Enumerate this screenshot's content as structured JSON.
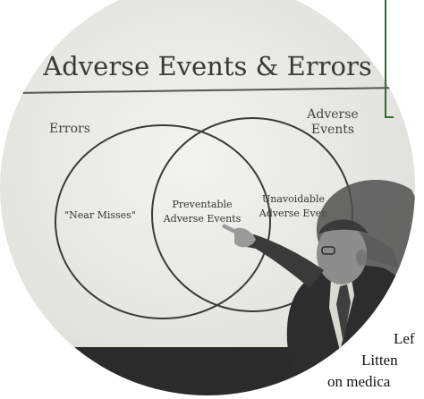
{
  "photo": {
    "slide_title": "Adverse Events & Errors",
    "circle_left_label": "Errors",
    "circle_right_label_line1": "Adverse",
    "circle_right_label_line2": "Events",
    "region_left": "\"Near Misses\"",
    "region_center_line1": "Preventable",
    "region_center_line2": "Adverse Events",
    "region_right_line1": "Unavoidable",
    "region_right_line2": "Adverse Even"
  },
  "caption": {
    "line1": "Lef",
    "line2": "Litten",
    "line3": "on medica"
  },
  "colors": {
    "frame_green": "#2f6b2f",
    "slide_bg": "#e9e9e6",
    "ink": "#3a3a3a",
    "shadow": "#4a4a4a"
  }
}
